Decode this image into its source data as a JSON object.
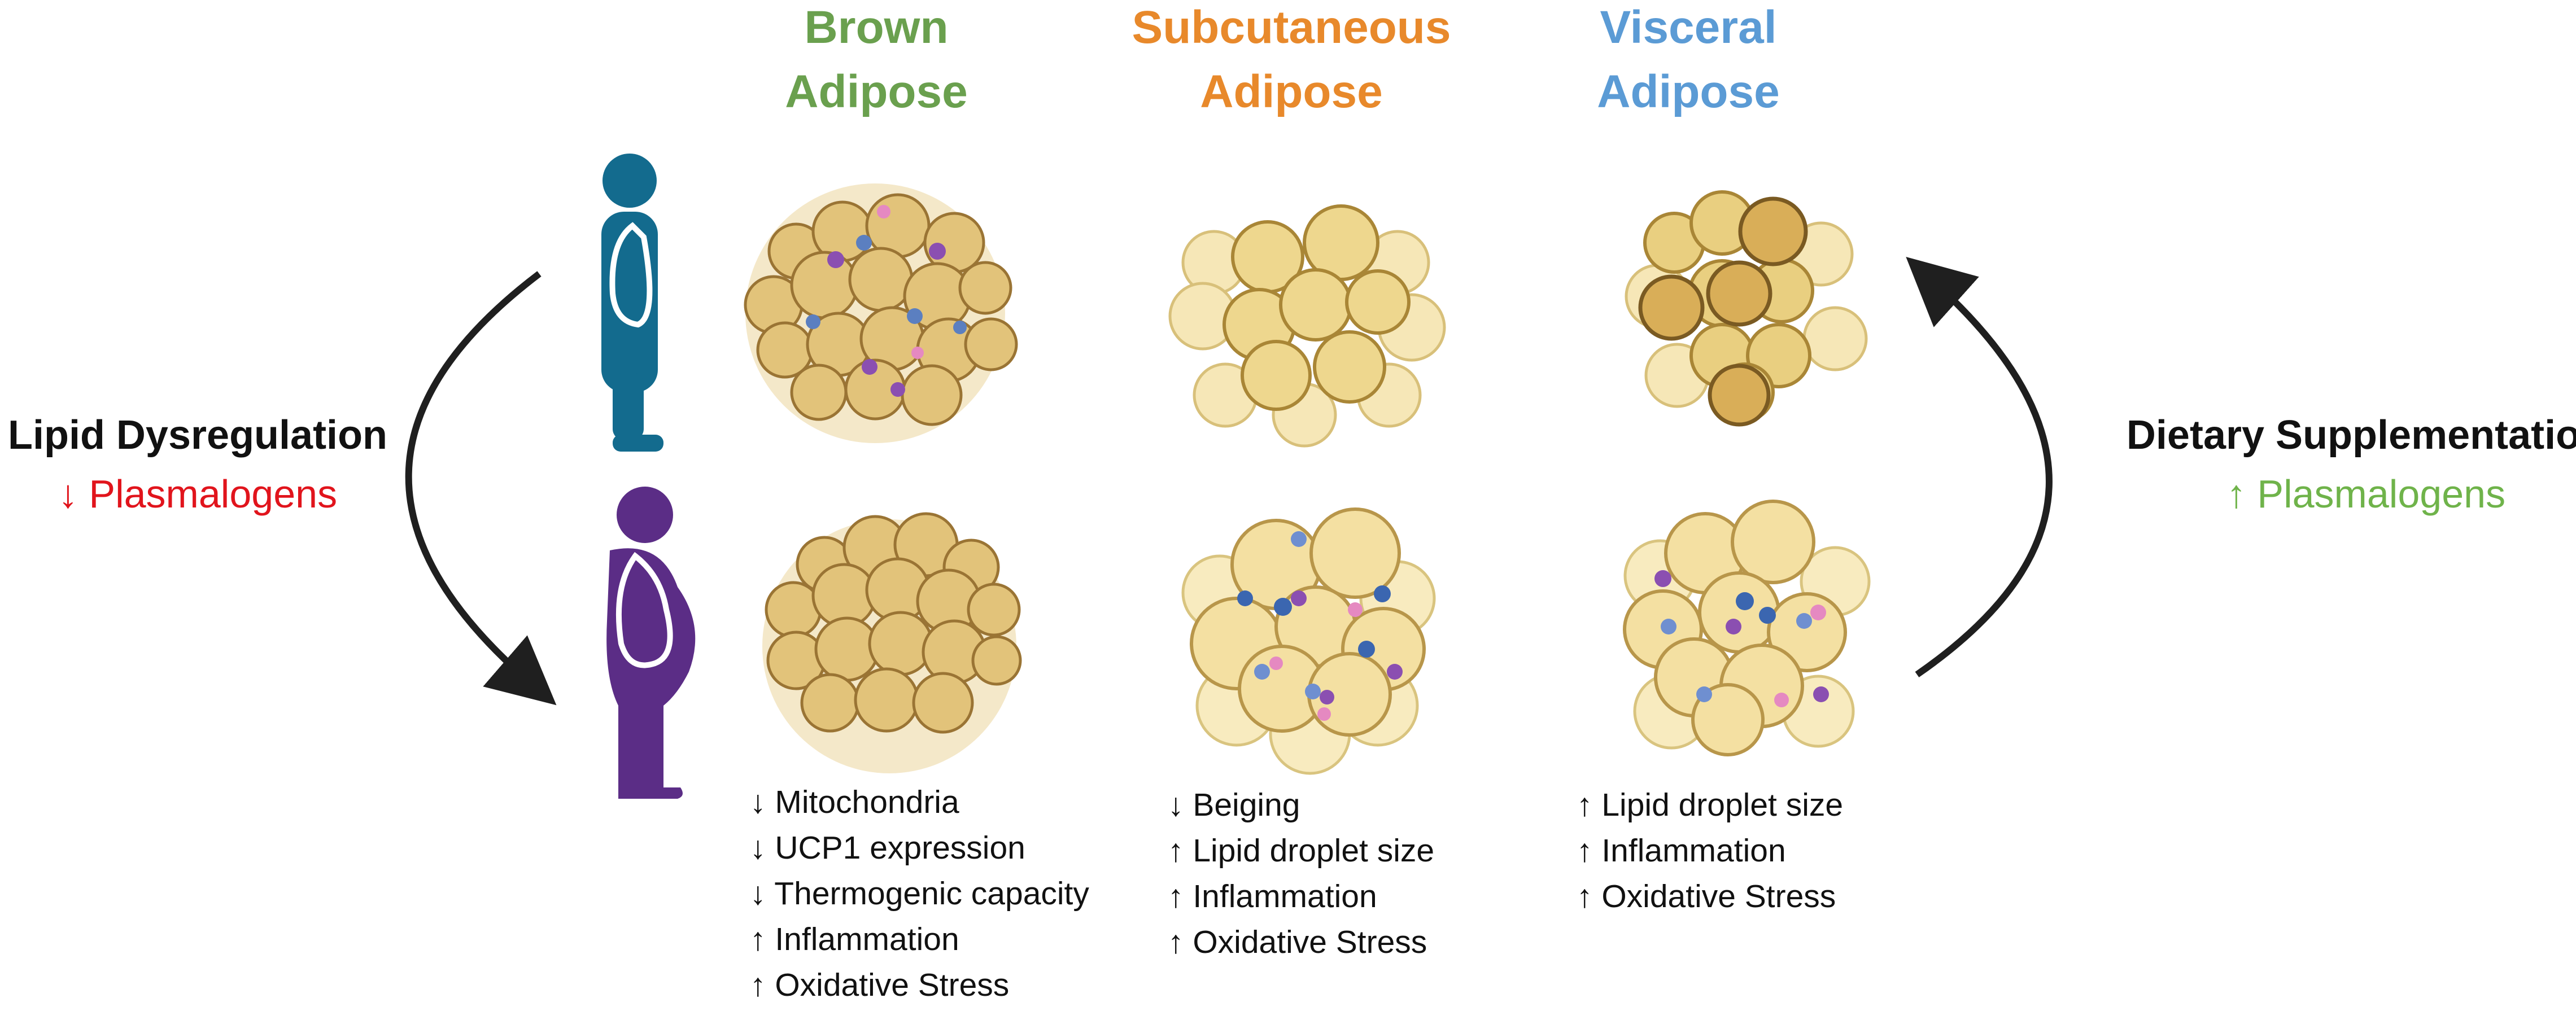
{
  "colors": {
    "brown": "#6aa04e",
    "subcutaneous": "#e8892b",
    "visceral": "#5b9bd5",
    "lean_person": "#136b8e",
    "obese_person": "#5b2d86",
    "decrease": "#e1141c",
    "increase": "#6fb34a",
    "arrow": "#1f1f1f",
    "cell_fill": "#e7c97a",
    "cell_light": "#f6e6b4",
    "cell_dark": "#c9a24c"
  },
  "headers": [
    {
      "line1": "Brown",
      "line2": "Adipose"
    },
    {
      "line1": "Subcutaneous",
      "line2": "Adipose"
    },
    {
      "line1": "Visceral",
      "line2": "Adipose"
    }
  ],
  "left": {
    "title": "Lipid Dysregulation",
    "subtitle": "↓ Plasmalogens"
  },
  "right": {
    "title": "Dietary Supplementation",
    "subtitle": "↑ Plasmalogens"
  },
  "icons": {
    "lean": "lean-person-icon",
    "obese": "obese-person-icon"
  },
  "effects": {
    "brown": [
      "↓ Mitochondria",
      "↓ UCP1 expression",
      "↓ Thermogenic capacity",
      "↑ Inflammation",
      "↑ Oxidative Stress"
    ],
    "subcutaneous": [
      "↓ Beiging",
      "↑ Lipid droplet size",
      "↑ Inflammation",
      "↑ Oxidative Stress"
    ],
    "visceral": [
      "↑ Lipid droplet size",
      "↑ Inflammation",
      "↑ Oxidative Stress"
    ]
  }
}
